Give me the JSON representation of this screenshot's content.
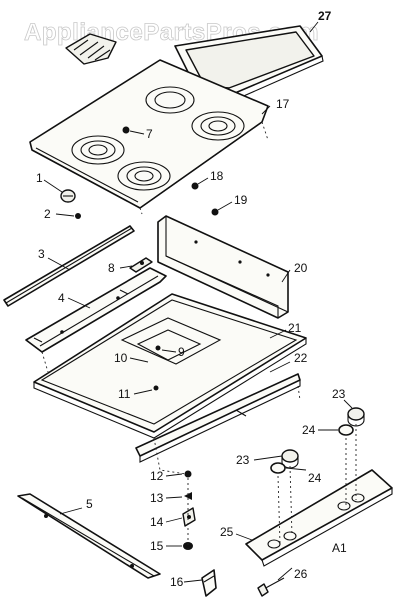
{
  "watermark": "AppliancePartsPros.com",
  "part_labels": {
    "p1": "1",
    "p2": "2",
    "p3": "3",
    "p4": "4",
    "p5": "5",
    "p7": "7",
    "p8": "8",
    "p9": "9",
    "p10": "10",
    "p11": "11",
    "p12": "12",
    "p13": "13",
    "p14": "14",
    "p15": "15",
    "p16": "16",
    "p17": "17",
    "p18": "18",
    "p19": "19",
    "p20": "20",
    "p21": "21",
    "p22": "22",
    "p23a": "23",
    "p23b": "23",
    "p24a": "24",
    "p24b": "24",
    "p25": "25",
    "p26": "26",
    "p27": "27"
  },
  "panel_mark": "A1"
}
